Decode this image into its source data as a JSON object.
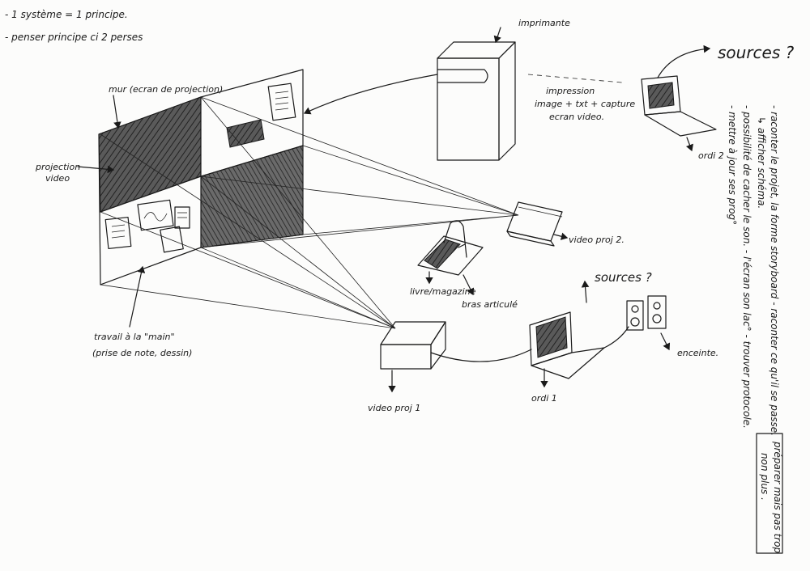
{
  "notes": {
    "line1": "- 1 système = 1 principe.",
    "line2": "- penser principe ci 2 perses"
  },
  "labels": {
    "mur": "mur (ecran de projection)",
    "projection_video": [
      "projection",
      "video"
    ],
    "imprimante": "imprimante",
    "impression": [
      "impression",
      "image + txt + capture",
      "ecran video."
    ],
    "sources_top": "sources ?",
    "ordi2": "ordi 2",
    "video_proj_2": "video proj 2.",
    "livre_magazine": "livre/magazine",
    "bras_articule": "bras articulé",
    "sources_mid": "sources ?",
    "enceinte": "enceinte.",
    "ordi1": "ordi 1",
    "video_proj_1": "video proj 1",
    "travail": [
      "travail à la \"main\"",
      "(prise de note, dessin)"
    ]
  },
  "side_notes": {
    "col1": "- raconter le projet, la forme storyboard - raconter ce qu'il se passe.",
    "col2": "↳ afficher schéma.",
    "col3": "- possibilité de cacher le son. - l'écran son lac° - trouver protocole.",
    "col4": "- mettre à jour ses prog°",
    "boxed": "préparer mais pas trop",
    "boxed2": "non plus ."
  }
}
